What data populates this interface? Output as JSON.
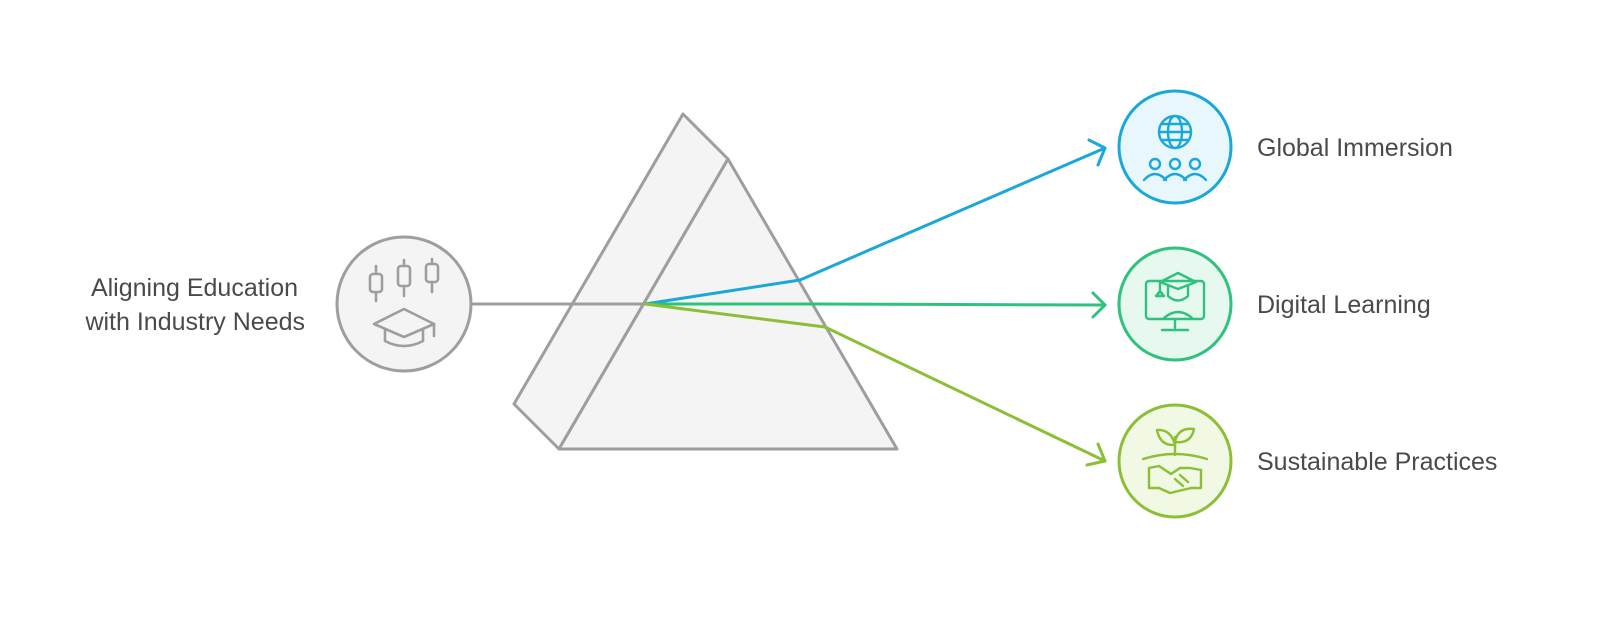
{
  "source": {
    "label_lines": [
      "Aligning Education",
      "with Industry Needs"
    ],
    "icon": "candlestick-graduation-cap-icon",
    "color": "#9e9e9e"
  },
  "prism": {
    "fill": "#f4f4f4",
    "stroke": "#9e9e9e"
  },
  "outputs": [
    {
      "label": "Global Immersion",
      "icon": "globe-people-icon",
      "color": "#1aa7d9",
      "fill": "#e8f7fc"
    },
    {
      "label": "Digital Learning",
      "icon": "monitor-graduate-icon",
      "color": "#2ec27e",
      "fill": "#e7f8ef"
    },
    {
      "label": "Sustainable Practices",
      "icon": "plant-handshake-icon",
      "color": "#8cbf36",
      "fill": "#f1f8e4"
    }
  ]
}
